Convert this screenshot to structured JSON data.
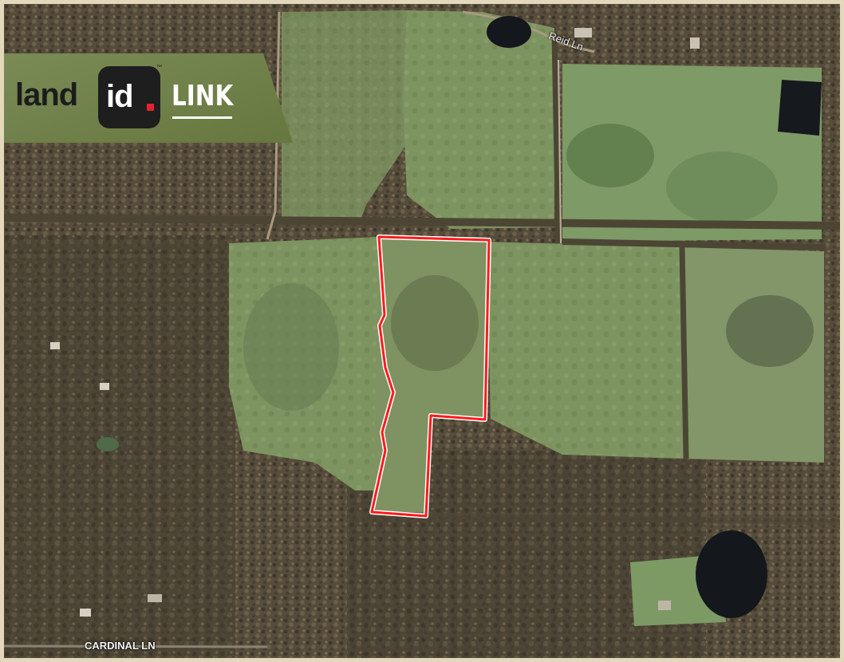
{
  "header": {
    "logo_land": "land",
    "logo_id": "id",
    "logo_tm": "™",
    "logo_link": "LINK"
  },
  "map": {
    "roads": {
      "reid": "Reid Ln",
      "cardinal": "CARDINAL LN"
    },
    "colors": {
      "forest": "#4f4636",
      "pasture": "#7f9560",
      "pond": "#15181d",
      "boundary": "#ff1a1a",
      "banner": "#6f804c"
    }
  }
}
